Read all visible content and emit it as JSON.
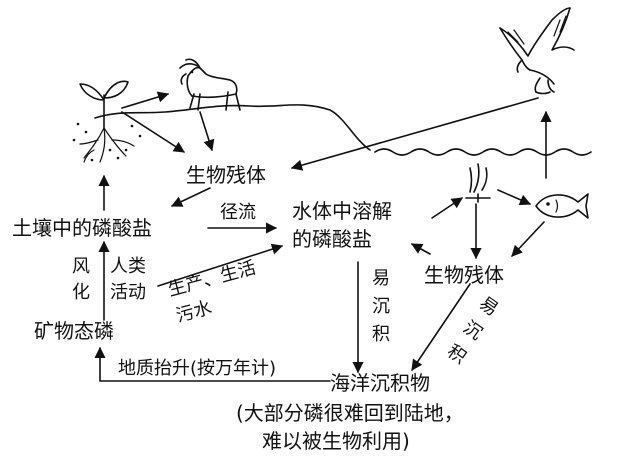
{
  "labels": {
    "residue_land": "生物残体",
    "soil_phosphate": "土壤中的磷酸盐",
    "runoff": "径流",
    "water_dissolved_1": "水体中溶解",
    "water_dissolved_2": "的磷酸盐",
    "weathering_1": "风",
    "weathering_2": "化",
    "human_1": "人类",
    "human_2": "活动",
    "production_1": "生产、生活",
    "production_2": "污水",
    "mineral_phosphorus": "矿物态磷",
    "easy_deposit_left_1": "易",
    "easy_deposit_left_2": "沉",
    "easy_deposit_left_3": "积",
    "residue_water": "生物残体",
    "easy_deposit_right_1": "易",
    "easy_deposit_right_2": "沉",
    "easy_deposit_right_3": "积",
    "uplift": "地质抬升(按万年计)",
    "marine_sediment": "海洋沉积物",
    "note_1": "(大部分磷很难回到陆地，",
    "note_2": "难以被生物利用)"
  },
  "icons": [
    "plant-icon",
    "goat-icon",
    "eagle-icon",
    "fish-icon",
    "algae-icon",
    "waves-icon",
    "land-contour"
  ]
}
